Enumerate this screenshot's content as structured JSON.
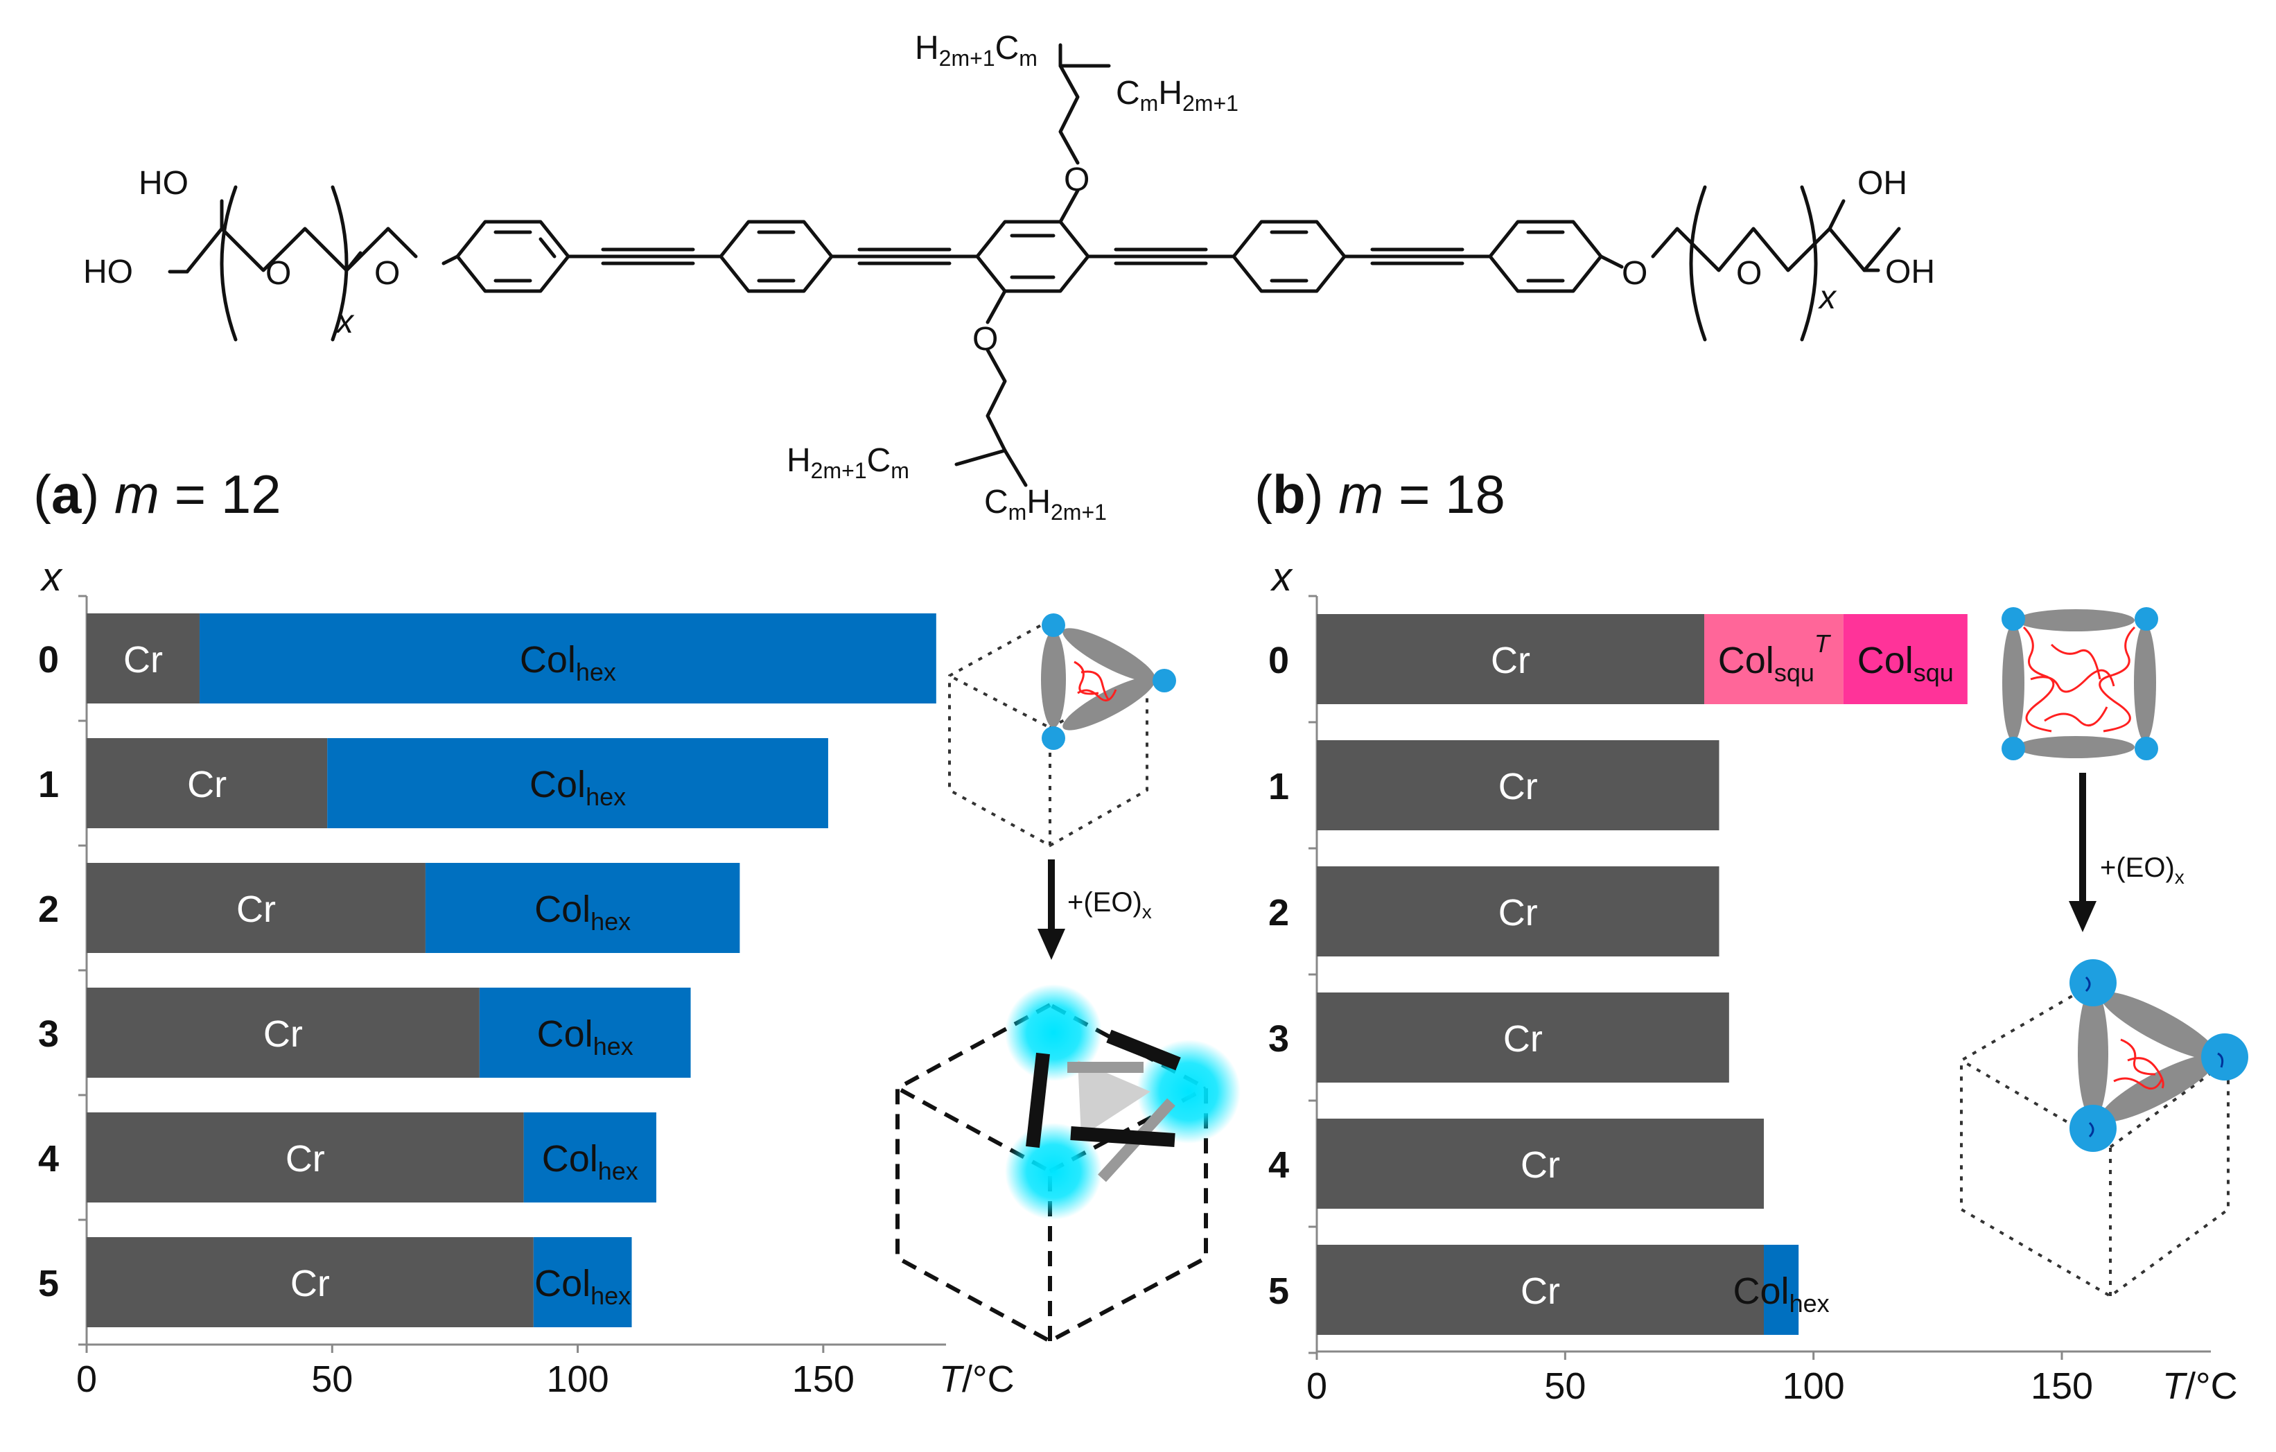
{
  "structure": {
    "top_chain_left": "H",
    "top_chain_left_sub": "2m+1",
    "top_chain_left_c": "C",
    "top_chain_left_csub": "m",
    "top_chain_right_c": "C",
    "top_chain_right_csub": "m",
    "top_chain_right_h": "H",
    "top_chain_right_hsub": "2m+1",
    "ho_top": "HO",
    "ho_bottom": "HO",
    "oh_top": "OH",
    "oh_bottom": "OH",
    "oxygen": "O",
    "repeat_sub": "x"
  },
  "panels": {
    "a": {
      "letter": "a",
      "var": "m",
      "eq": " = 12"
    },
    "b": {
      "letter": "b",
      "var": "m",
      "eq": " = 18"
    }
  },
  "cartoons": {
    "arrow_label_main": "+(EO)",
    "arrow_label_sub": "x"
  },
  "colors": {
    "cr": "#575757",
    "colhex": "#0070c0",
    "colsquT": "#ff6699",
    "colsqu": "#ff3399",
    "axis": "#888888",
    "text": "#111111",
    "node": "#1e9fe0",
    "glow": "#00e5ff",
    "rod": "#8c8c8c",
    "chain": "#ff2020"
  },
  "chart_data": [
    {
      "type": "bar",
      "orientation": "horizontal",
      "stacked": true,
      "ylabel": "x",
      "xlabel": "T/°C",
      "categories": [
        "0",
        "1",
        "2",
        "3",
        "4",
        "5"
      ],
      "xlim": [
        0,
        175
      ],
      "xticks": [
        0,
        50,
        100,
        150
      ],
      "segments": [
        [
          {
            "label": "Cr",
            "sub": "",
            "sup": "",
            "from": 0,
            "to": 23,
            "color": "cr"
          },
          {
            "label": "Col",
            "sub": "hex",
            "sup": "",
            "from": 23,
            "to": 173,
            "color": "colhex"
          }
        ],
        [
          {
            "label": "Cr",
            "sub": "",
            "sup": "",
            "from": 0,
            "to": 49,
            "color": "cr"
          },
          {
            "label": "Col",
            "sub": "hex",
            "sup": "",
            "from": 49,
            "to": 151,
            "color": "colhex"
          }
        ],
        [
          {
            "label": "Cr",
            "sub": "",
            "sup": "",
            "from": 0,
            "to": 69,
            "color": "cr"
          },
          {
            "label": "Col",
            "sub": "hex",
            "sup": "",
            "from": 69,
            "to": 133,
            "color": "colhex"
          }
        ],
        [
          {
            "label": "Cr",
            "sub": "",
            "sup": "",
            "from": 0,
            "to": 80,
            "color": "cr"
          },
          {
            "label": "Col",
            "sub": "hex",
            "sup": "",
            "from": 80,
            "to": 123,
            "color": "colhex"
          }
        ],
        [
          {
            "label": "Cr",
            "sub": "",
            "sup": "",
            "from": 0,
            "to": 89,
            "color": "cr"
          },
          {
            "label": "Col",
            "sub": "hex",
            "sup": "",
            "from": 89,
            "to": 116,
            "color": "colhex"
          }
        ],
        [
          {
            "label": "Cr",
            "sub": "",
            "sup": "",
            "from": 0,
            "to": 91,
            "color": "cr"
          },
          {
            "label": "Col",
            "sub": "hex",
            "sup": "",
            "from": 91,
            "to": 111,
            "color": "colhex"
          }
        ]
      ]
    },
    {
      "type": "bar",
      "orientation": "horizontal",
      "stacked": true,
      "ylabel": "x",
      "xlabel": "T/°C",
      "categories": [
        "0",
        "1",
        "2",
        "3",
        "4",
        "5"
      ],
      "xlim": [
        0,
        180
      ],
      "xticks": [
        0,
        50,
        100,
        150
      ],
      "segments": [
        [
          {
            "label": "Cr",
            "sub": "",
            "sup": "",
            "from": 0,
            "to": 78,
            "color": "cr"
          },
          {
            "label": "Col",
            "sub": "squ",
            "sup": "T",
            "from": 78,
            "to": 106,
            "color": "colsquT"
          },
          {
            "label": "Col",
            "sub": "squ",
            "sup": "",
            "from": 106,
            "to": 131,
            "color": "colsqu"
          }
        ],
        [
          {
            "label": "Cr",
            "sub": "",
            "sup": "",
            "from": 0,
            "to": 81,
            "color": "cr"
          }
        ],
        [
          {
            "label": "Cr",
            "sub": "",
            "sup": "",
            "from": 0,
            "to": 81,
            "color": "cr"
          }
        ],
        [
          {
            "label": "Cr",
            "sub": "",
            "sup": "",
            "from": 0,
            "to": 83,
            "color": "cr"
          }
        ],
        [
          {
            "label": "Cr",
            "sub": "",
            "sup": "",
            "from": 0,
            "to": 90,
            "color": "cr"
          }
        ],
        [
          {
            "label": "Cr",
            "sub": "",
            "sup": "",
            "from": 0,
            "to": 90,
            "color": "cr"
          },
          {
            "label": "Col",
            "sub": "hex",
            "sup": "",
            "from": 90,
            "to": 97,
            "color": "colhex"
          }
        ]
      ]
    }
  ]
}
